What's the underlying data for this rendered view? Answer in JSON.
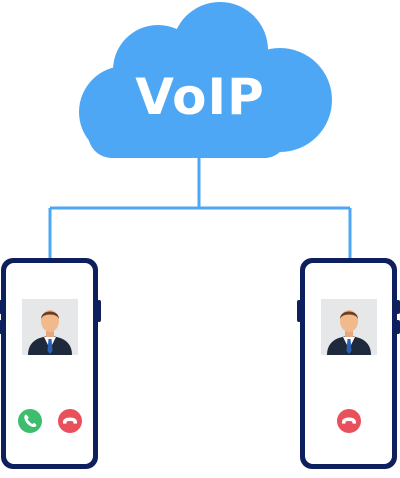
{
  "cloud": {
    "label": "VoIP",
    "color": "#4da7f5"
  },
  "connector_color": "#4da7f5",
  "phones": [
    {
      "id": "left",
      "frame_color": "#0d1f5c",
      "contact_icon": "person-avatar-icon",
      "actions": [
        {
          "icon": "phone-answer-icon",
          "color": "#3ebd6e"
        },
        {
          "icon": "phone-hangup-icon",
          "color": "#e8505b"
        }
      ]
    },
    {
      "id": "right",
      "frame_color": "#0d1f5c",
      "contact_icon": "person-avatar-icon",
      "actions": [
        {
          "icon": "phone-hangup-icon",
          "color": "#e8505b"
        }
      ]
    }
  ]
}
